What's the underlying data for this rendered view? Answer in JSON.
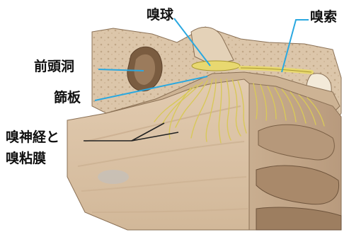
{
  "labels": {
    "olfactory_bulb": "嗅球",
    "olfactory_tract": "嗅索",
    "frontal_sinus": "前頭洞",
    "cribriform_plate": "篩板",
    "olfactory_nerve_line1": "嗅神経と",
    "olfactory_nerve_line2": "嗅粘膜"
  },
  "colors": {
    "leader_line": "#2aa8e0",
    "bone": "#d9c2a6",
    "bone_dark": "#b89a7a",
    "nerve": "#d8c85a",
    "bulb": "#e8d870",
    "mucosa": "#dcc4a8"
  }
}
